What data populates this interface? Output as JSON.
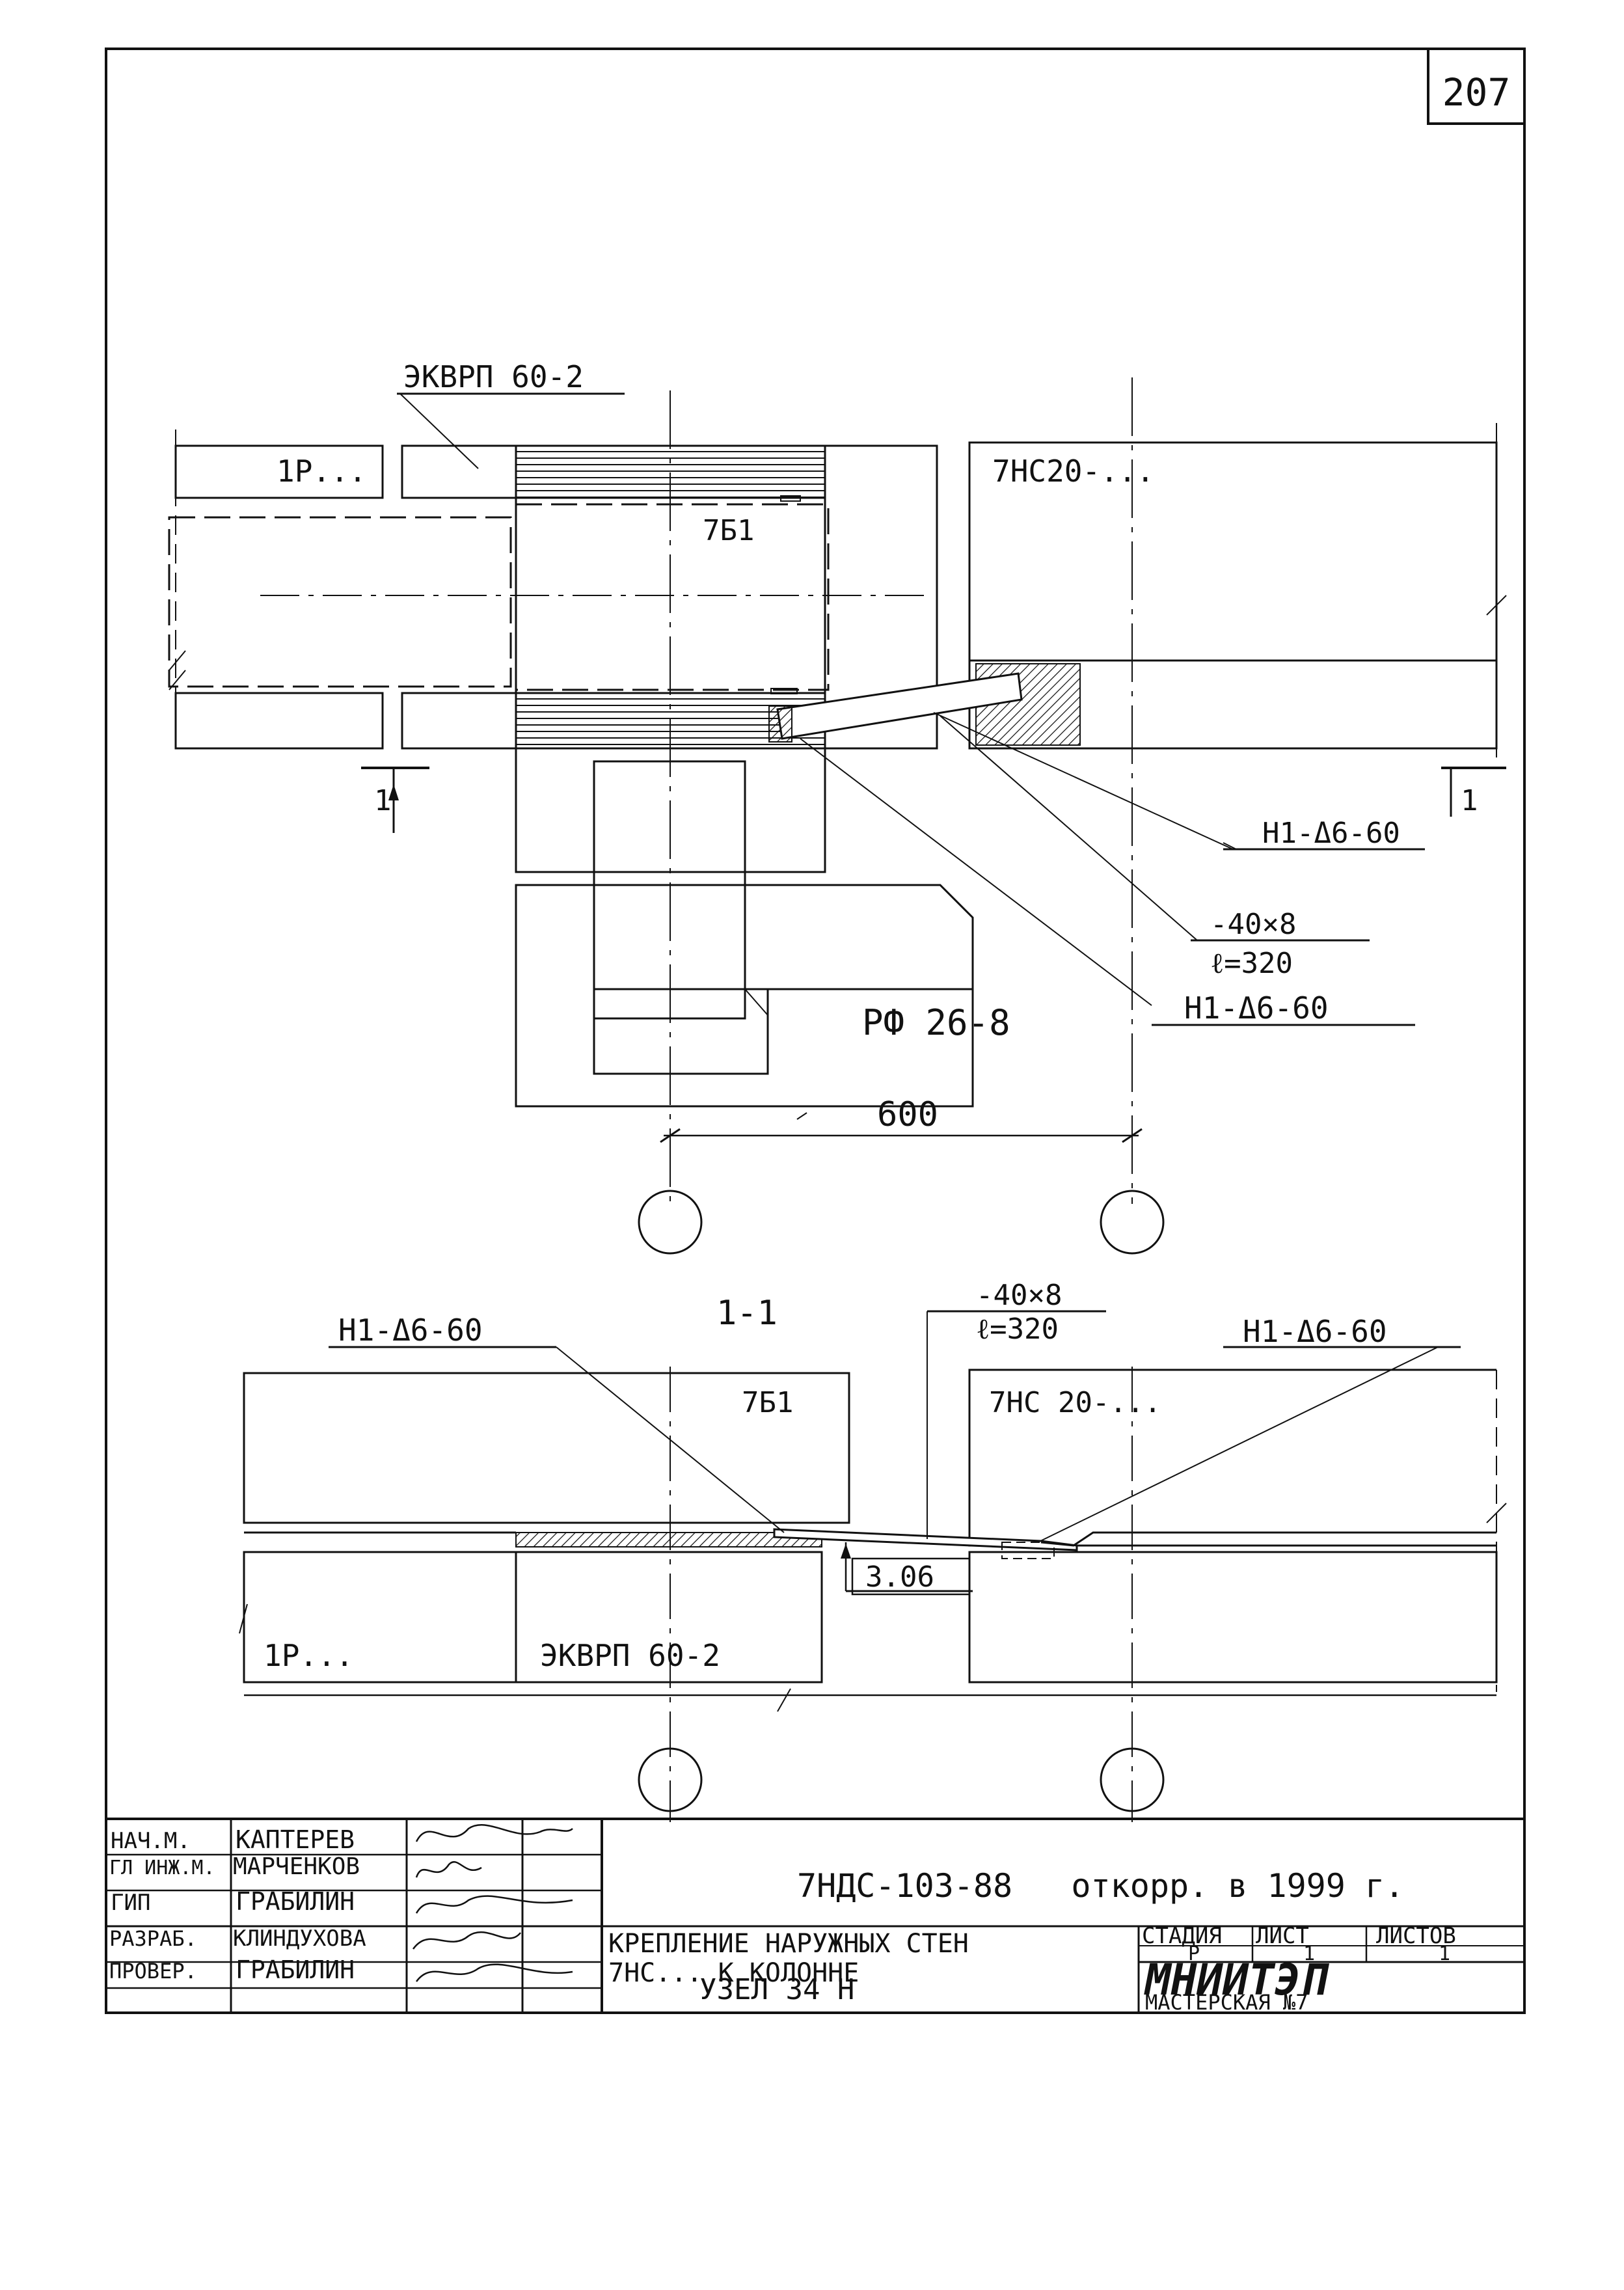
{
  "sheet_number": "207",
  "plan": {
    "labels": {
      "ekvrp_top": "ЭКВРП 60-2",
      "panel_1r": "1Р...",
      "panel_7nc": "7НС20-...",
      "beam_7b1": "7Б1",
      "plate_rf": "РФ 26-8",
      "anchor_1": "Н1-Δ6-60",
      "anchor_2": "Н1-Δ6-60",
      "strip_size": "-40×8",
      "strip_length": "ℓ=320",
      "dim_600": "600",
      "section_mark_left": "1",
      "section_mark_right": "1"
    }
  },
  "section": {
    "title": "1-1",
    "labels": {
      "anchor_left": "Н1-Δ6-60",
      "anchor_right": "Н1-Δ6-60",
      "strip_size": "-40×8",
      "strip_length": "ℓ=320",
      "beam_7b1": "7Б1",
      "panel_7nc": "7НС 20-...",
      "panel_1r": "1Р...",
      "ekvrp": "ЭКВРП 60-2",
      "level": "3.06"
    }
  },
  "title_block": {
    "staff": [
      {
        "role": "НАЧ.М.",
        "name": "КАПТЕРЕВ"
      },
      {
        "role": "ГЛ ИНЖ.М.",
        "name": "МАРЧЕНКОВ"
      },
      {
        "role": "ГИП",
        "name": "ГРАБИЛИН"
      },
      {
        "role": "РАЗРАБ.",
        "name": "КЛИНДУХОВА"
      },
      {
        "role": "ПРОВЕР.",
        "name": "ГРАБИЛИН"
      }
    ],
    "doc_code": "7НДС-103-88   откорр. в 1999 г.",
    "title_line1": "КРЕПЛЕНИЕ НАРУЖНЫХ СТЕН",
    "title_line2": "7НС... К КОЛОННЕ",
    "node": "УЗЕЛ 34 Н",
    "stage_label": "СТАДИЯ",
    "sheet_label": "ЛИСТ",
    "sheets_label": "ЛИСТОВ",
    "stage": "Р",
    "sheet": "1",
    "sheets": "1",
    "org": "МНИИТЭП",
    "workshop": "МАСТЕРСКАЯ №7"
  }
}
